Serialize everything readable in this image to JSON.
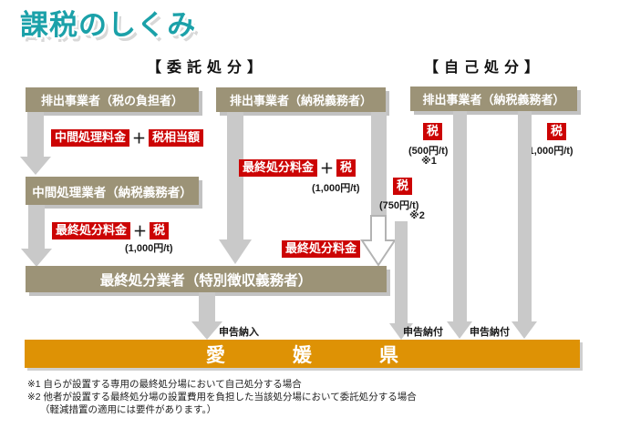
{
  "title": "課税のしくみ",
  "headers": {
    "consignment": "【委託処分】",
    "self": "【自己処分】"
  },
  "boxes": {
    "emitter_tax_bearer": "排出事業者（税の負担者）",
    "intermediate_processor": "中間処理業者（納税義務者）",
    "emitter_taxpayer_consign": "排出事業者（納税義務者）",
    "emitter_taxpayer_self": "排出事業者（納税義務者）",
    "final_disposer": "最終処分業者（特別徴収義務者）",
    "prefecture": "愛媛県"
  },
  "fees": {
    "intermediate_fee": "中間処理料金",
    "tax_equivalent": "税相当額",
    "final_fee": "最終処分料金",
    "tax": "税",
    "plus": "＋"
  },
  "rates": {
    "r1000": "(1,000円/t)",
    "r750": "(750円/t)",
    "r500": "(500円/t)"
  },
  "marks": {
    "note1": "※1",
    "note2": "※2"
  },
  "payments": {
    "report_delivery": "申告納入",
    "report_payment": "申告納付"
  },
  "footnotes": {
    "n1": "※1 自らが設置する専用の最終処分場において自己処分する場合",
    "n2": "※2 他者が設置する最終処分場の設置費用を負担した当該処分場において委託処分する場合",
    "n2b": "（軽減措置の適用には要件があります。）"
  },
  "colors": {
    "title_teal": "#1ba1a9",
    "box_tan": "#9c9377",
    "label_red": "#cc0404",
    "arrow_gray": "#c9c9c9",
    "prefecture_orange": "#de9205"
  }
}
